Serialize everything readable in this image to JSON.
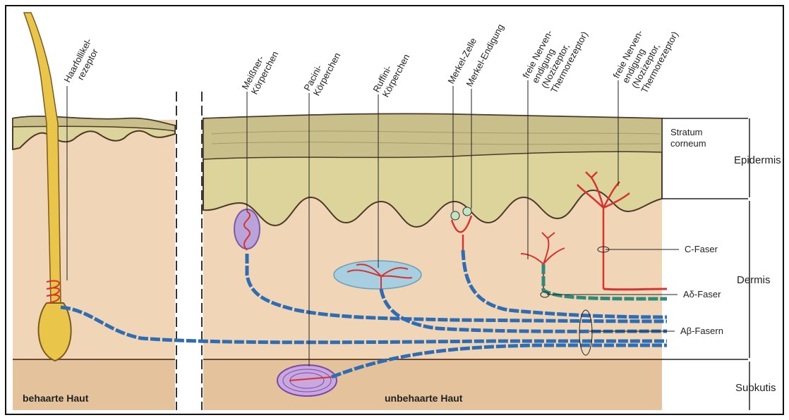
{
  "diagram": {
    "top_labels": [
      {
        "id": "haarfollikel",
        "lines": [
          "Haarfollikel-",
          "rezeptor"
        ]
      },
      {
        "id": "meissner",
        "lines": [
          "Meißner-",
          "Körperchen"
        ]
      },
      {
        "id": "pacini",
        "lines": [
          "Pacini-",
          "Körperchen"
        ]
      },
      {
        "id": "ruffini",
        "lines": [
          "Ruffini-",
          "Körperchen"
        ]
      },
      {
        "id": "merkel-zelle",
        "lines": [
          "Merkel-Zelle"
        ]
      },
      {
        "id": "merkel-endigung",
        "lines": [
          "Merkel-Endigung"
        ]
      },
      {
        "id": "freie-1",
        "lines": [
          "freie Nerven-",
          "endigung",
          "(Nozizeptor,",
          "Thermorezeptor)"
        ]
      },
      {
        "id": "freie-2",
        "lines": [
          "freie Nerven-",
          "endigung",
          "(Nozizeptor,",
          "Thermorezeptor)"
        ]
      }
    ],
    "right_labels": {
      "stratum_corneum": [
        "Stratum",
        "corneum"
      ],
      "epidermis": "Epidermis",
      "dermis": "Dermis",
      "subkutis": "Subkutis"
    },
    "fiber_labels": {
      "c_faser": "C-Faser",
      "ad_faser": "Aδ-Faser",
      "ab_fasern": "Aβ-Fasern"
    },
    "bottom_labels": {
      "hairy_skin": "behaarte Haut",
      "glabrous_skin": "unbehaarte Haut"
    },
    "colors": {
      "skin": "#f0d6b6",
      "epidermis": "#dcd49a",
      "corneum": "#c9bf8a",
      "subcutis": "#e3c29c",
      "fiber_blue": "#2e6db4",
      "fiber_teal": "#2e8a7c",
      "nerve_red": "#d8332f",
      "capsule_purple": "#b9a3d8",
      "ruffini_blue": "#a7cfe0",
      "hair_yellow": "#e9c54a"
    }
  }
}
